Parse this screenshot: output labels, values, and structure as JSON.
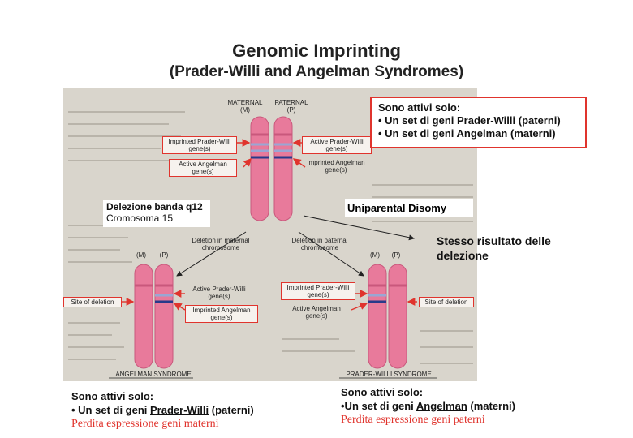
{
  "title": {
    "line1": "Genomic Imprinting",
    "line2": "(Prader-Willi and Angelman Syndromes)"
  },
  "figure": {
    "maternal": "MATERNAL",
    "maternal_m": "(M)",
    "paternal": "PATERNAL",
    "paternal_p": "(P)",
    "imprinted_pw_1": "Imprinted Prader-Willi",
    "imprinted_pw_2": "gene(s)",
    "active_pw_1": "Active Prader-Willi",
    "active_pw_2": "gene(s)",
    "active_ang_1": "Active Angelman",
    "active_ang_2": "gene(s)",
    "imprinted_ang_1": "Imprinted Angelman",
    "imprinted_ang_2": "gene(s)",
    "deletion_maternal_1": "Deletion in maternal",
    "deletion_maternal_2": "chromosome",
    "deletion_paternal_1": "Deletion in paternal",
    "deletion_paternal_2": "chromosome",
    "m": "(M)",
    "p": "(P)",
    "site_of_deletion": "Site of deletion",
    "angelman_syndrome": "ANGELMAN SYNDROME",
    "prader_willi_syndrome": "PRADER-WILLI SYNDROME",
    "delezione_1": "Delezione banda q12",
    "delezione_2": "Cromosoma 15"
  },
  "top_box": {
    "line1": "Sono attivi solo:",
    "line2": "• Un set di geni Prader-Willi (paterni)",
    "line3": "• Un set di geni Angelman (materni)"
  },
  "uniparental": "Uniparental Disomy",
  "stesso": {
    "line1": "Stesso risultato delle",
    "line2": "delezione"
  },
  "bottom_left": {
    "line1": "Sono attivi solo:",
    "line2_prefix": "• Un set di geni ",
    "line2_underlined": "Prader-Willi",
    "line2_suffix": " (paterni)",
    "perdita": "Perdita espressione geni materni"
  },
  "bottom_right": {
    "line1": "Sono attivi solo:",
    "line2_prefix": "•Un set di geni ",
    "line2_underlined": "Angelman",
    "line2_suffix": " (materni)",
    "perdita": "Perdita espressione geni paterni"
  },
  "colors": {
    "chromosome": "#e87a9b",
    "chromosome_dark": "#c9587c",
    "accent_red": "#e0342d",
    "band_blue": "#283a8a",
    "band_light": "#9aa6d4",
    "scan_bg": "#d9d5cc"
  }
}
